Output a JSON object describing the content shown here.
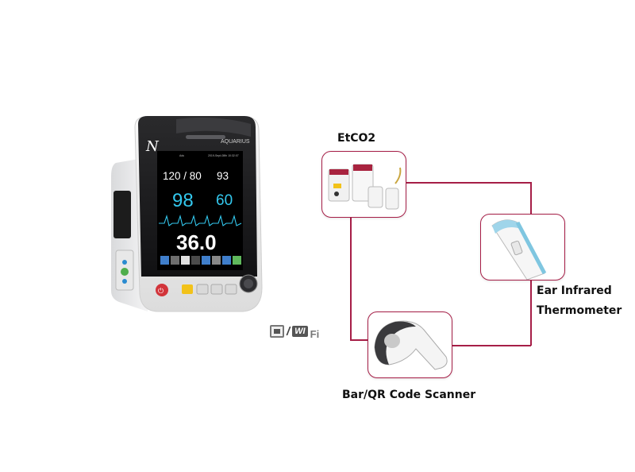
{
  "monitor": {
    "brand": "AQUARIUS",
    "logo_glyph": "N",
    "status_bar_left": "Adu",
    "status_bar_right": "2019-Sept-08th 10:32:07",
    "bp": "120 / 80",
    "bp_mean": "93",
    "spo2": "98",
    "pulse": "60",
    "temp": "36.0",
    "power_symbol": "⏻"
  },
  "accessories": {
    "etco2": "EtCO2",
    "thermometer_line1": "Ear Infrared",
    "thermometer_line2": "Thermometer",
    "scanner": "Bar/QR Code Scanner"
  },
  "connectivity": {
    "separator": "/",
    "wifi_badge": "WI",
    "wifi_suffix": "Fi"
  },
  "colors": {
    "connector": "#a61e47",
    "spo2": "#33c8ee",
    "screen_bg": "#000000"
  }
}
